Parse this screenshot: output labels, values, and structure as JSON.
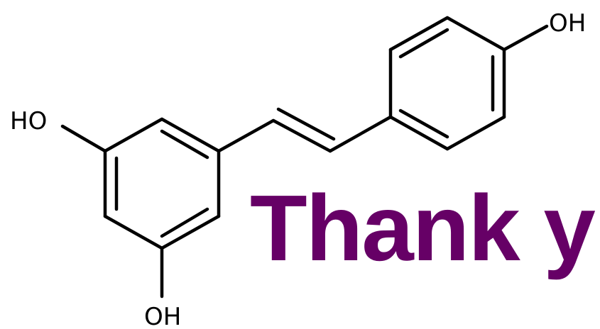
{
  "labels": {
    "oh_top": "OH",
    "oh_left": "HO",
    "oh_bottom": "OH"
  },
  "headline": "Thank y",
  "colors": {
    "headline": "#660066",
    "bonds": "#000000"
  }
}
